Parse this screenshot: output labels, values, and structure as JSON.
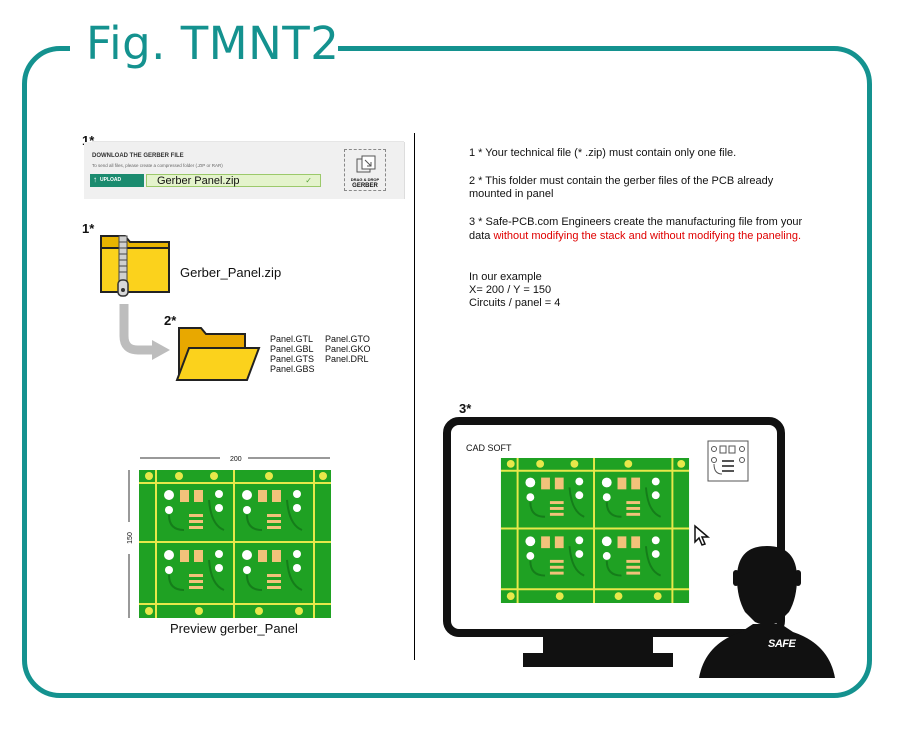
{
  "title": "Fig. TMNT2",
  "marks": {
    "upload": "1*",
    "zip": "1*",
    "folder": "2*",
    "screen": "3*"
  },
  "upload_widget": {
    "heading": "DOWNLOAD THE GERBER FILE",
    "subtext": "To send all files, please create a compressed folder (.ZIP or RAR)",
    "upload_button": "UPLOAD",
    "file_name": "Gerber Panel.zip",
    "check": "✓",
    "drop_line1": "DRAG & DROP",
    "drop_line2": "GERBER"
  },
  "zip_label": "Gerber_Panel.zip",
  "folder_files": {
    "col1": [
      "Panel.GTL",
      "Panel.GBL",
      "Panel.GTS",
      "Panel.GBS"
    ],
    "col2": [
      "Panel.GTO",
      "Panel.GKO",
      "Panel.DRL"
    ]
  },
  "notes": {
    "n1": "1 * Your technical file (* .zip) must contain only one file.",
    "n2_line1": "2 * This folder must contain the gerber files of the PCB already",
    "n2_line2": "mounted in panel",
    "n3_line1": "3 * Safe-PCB.com Engineers create the manufacturing file from your",
    "n3_line2_plain": "data ",
    "n3_line2_red": "without modifying the stack and without modifying the paneling.",
    "example_title": "In our example",
    "example_xy": "X= 200 / Y = 150",
    "example_circuits": "Circuits / panel = 4"
  },
  "preview": {
    "width_label": "200",
    "height_label": "150",
    "caption": "Preview gerber_Panel"
  },
  "screen": {
    "app_label": "CAD SOFT",
    "shirt_logo": "SAFE"
  },
  "colors": {
    "teal": "#14928f",
    "pcb_green": "#1fa123",
    "pcb_line": "#e8e84a",
    "pad": "#f2c27a",
    "folder": "#f7c400",
    "red_text": "#e00000"
  }
}
